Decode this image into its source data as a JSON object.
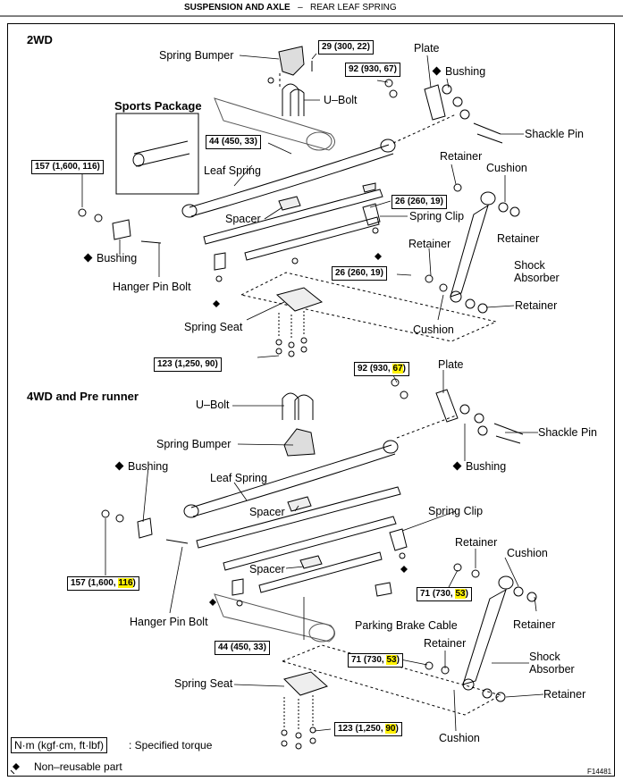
{
  "header": {
    "section": "SUSPENSION AND AXLE",
    "separator": "–",
    "topic": "REAR LEAF SPRING"
  },
  "sections": {
    "top": "2WD",
    "bottom": "4WD and Pre runner",
    "sports": "Sports Package"
  },
  "labels_2wd": {
    "spring_bumper": "Spring Bumper",
    "ubolt": "U–Bolt",
    "plate": "Plate",
    "bushing_r": "Bushing",
    "shackle_pin": "Shackle Pin",
    "leaf_spring": "Leaf Spring",
    "retainer_top": "Retainer",
    "cushion_top": "Cushion",
    "spacer": "Spacer",
    "spring_clip": "Spring Clip",
    "retainer_mid": "Retainer",
    "retainer_right": "Retainer",
    "bushing_l": "Bushing",
    "shock": "Shock\nAbsorber",
    "hanger_pin": "Hanger Pin Bolt",
    "retainer_low": "Retainer",
    "spring_seat": "Spring Seat",
    "cushion_low": "Cushion"
  },
  "labels_4wd": {
    "plate": "Plate",
    "ubolt": "U–Bolt",
    "shackle_pin": "Shackle Pin",
    "spring_bumper": "Spring Bumper",
    "bushing_l": "Bushing",
    "bushing_r": "Bushing",
    "leaf_spring": "Leaf Spring",
    "spacer1": "Spacer",
    "spring_clip": "Spring Clip",
    "retainer_top": "Retainer",
    "cushion": "Cushion",
    "spacer2": "Spacer",
    "retainer_right": "Retainer",
    "hanger_pin": "Hanger Pin Bolt",
    "parking_cable": "Parking Brake Cable",
    "retainer_mid": "Retainer",
    "shock": "Shock\nAbsorber",
    "spring_seat": "Spring Seat",
    "retainer_low": "Retainer",
    "cushion_low": "Cushion"
  },
  "torques_2wd": {
    "t29": "29 (300, 22)",
    "t92": "92 (930, 67)",
    "t44": "44 (450, 33)",
    "t157": "157 (1,600, 116)",
    "t26a": "26 (260, 19)",
    "t26b": "26 (260, 19)",
    "t123": "123 (1,250, 90)"
  },
  "torques_4wd": {
    "t92_main": "92 (930, ",
    "t92_hl": "67",
    "t92_end": ")",
    "t157_main": "157 (1,600, ",
    "t157_hl": "116",
    "t157_end": ")",
    "t71a_main": "71 (730, ",
    "t71a_hl": "53",
    "t71a_end": ")",
    "t44": "44 (450, 33)",
    "t71b_main": "71 (730, ",
    "t71b_hl": "53",
    "t71b_end": ")",
    "t123_main": "123 (1,250, ",
    "t123_hl": "90",
    "t123_end": ")"
  },
  "legend": {
    "torque_unit": "N·m (kgf·cm, ft·lbf)",
    "torque_text": ": Specified torque",
    "nonreusable": "Non–reusable part"
  },
  "figure_id": "F14481",
  "highlight_color": "#fff200"
}
